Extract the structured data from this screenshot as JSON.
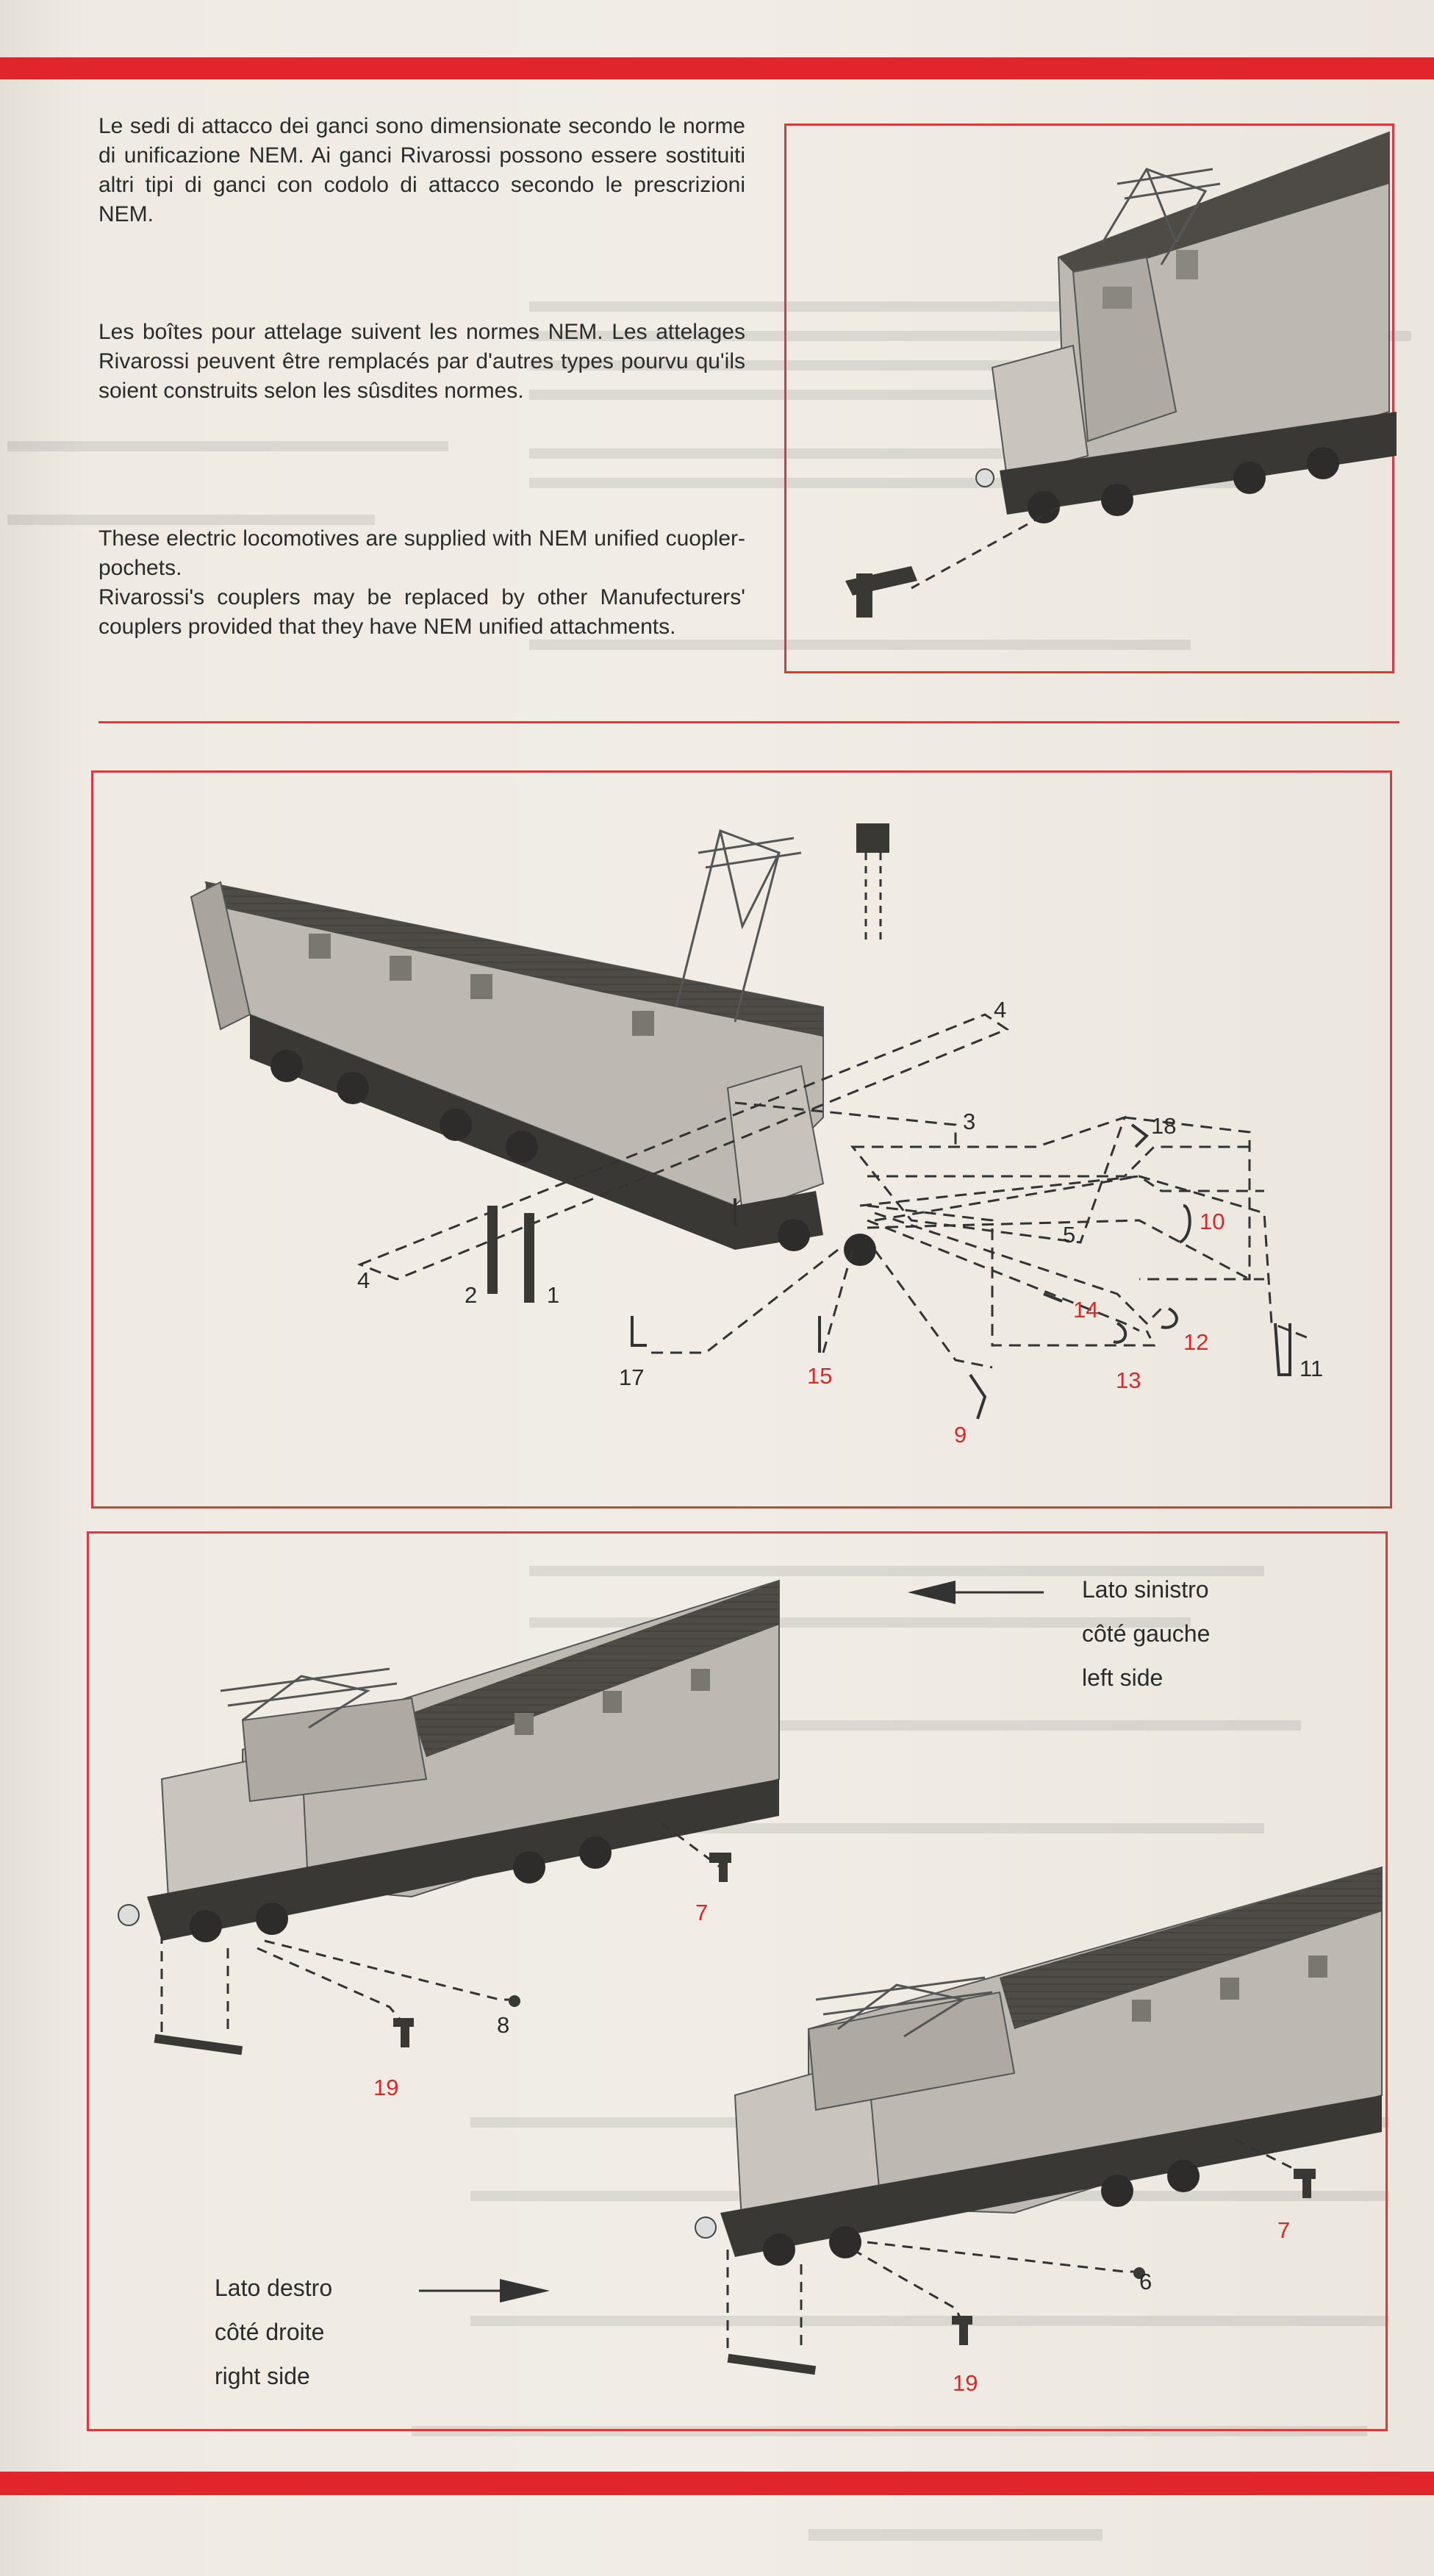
{
  "colors": {
    "accent_red": "#e0262b",
    "frame_red": "#d93a3a",
    "part_number_red": "#d42a2a",
    "paper": "#efebe4",
    "loco_body": "#b8b4ad",
    "loco_roof": "#4e4b47"
  },
  "intro": {
    "italian": "Le sedi di attacco dei ganci sono dimensionate secondo le norme di unificazione NEM. Ai ganci Rivarossi possono essere sostituiti altri tipi di ganci con codolo di attacco secondo le prescrizioni NEM.",
    "french": "Les boîtes pour attelage suivent les normes NEM. Les attelages Rivarossi peuvent être remplacés par d'autres types pourvu qu'ils soient construits selon les sûsdites normes.",
    "english_1": "These electric locomotives are supplied with NEM unified cuopler-pochets.",
    "english_2": "Rivarossi's couplers may be replaced by other Manufecturers' couplers provided that they have NEM unified attachments."
  },
  "exploded_view": {
    "part_labels_black": [
      "4",
      "4",
      "3",
      "18",
      "5",
      "2",
      "1",
      "17",
      "11"
    ],
    "part_labels_red": [
      "10",
      "14",
      "12",
      "13",
      "15",
      "9"
    ]
  },
  "sides": {
    "left": {
      "line1": "Lato sinistro",
      "line2": "côté gauche",
      "line3": "left side"
    },
    "right": {
      "line1": "Lato destro",
      "line2": "côté droite",
      "line3": "right side"
    },
    "left_view_labels": {
      "red_a": "7",
      "black_a": "8",
      "red_b": "19"
    },
    "right_view_labels": {
      "red_a": "7",
      "black_a": "6",
      "red_b": "19"
    }
  },
  "icons": [
    "locomotive-illustration",
    "coupler-icon",
    "pantograph-icon",
    "arrow-left-icon",
    "arrow-right-icon"
  ]
}
